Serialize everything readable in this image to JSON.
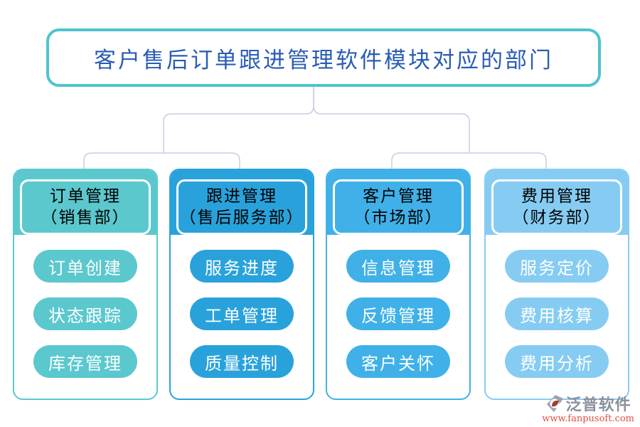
{
  "title": "客户售后订单跟进管理软件模块对应的部门",
  "colors": {
    "title_border": "#4EC4CE",
    "title_text": "#2A5CB5",
    "connector": "#C7CEE4",
    "header_text": "#000000",
    "pill_text": "#FFFFFF",
    "watermark_gray": "#8A909D",
    "watermark_red": "#E0503F"
  },
  "columns": [
    {
      "module": "订单管理",
      "department": "（销售部）",
      "color": "#5BC8CE",
      "items": [
        "订单创建",
        "状态跟踪",
        "库存管理"
      ]
    },
    {
      "module": "跟进管理",
      "department": "（售后服务部）",
      "color": "#29A2DB",
      "items": [
        "服务进度",
        "工单管理",
        "质量控制"
      ]
    },
    {
      "module": "客户管理",
      "department": "（市场部）",
      "color": "#40B1E8",
      "items": [
        "信息管理",
        "反馈管理",
        "客户关怀"
      ]
    },
    {
      "module": "费用管理",
      "department": "（财务部）",
      "color": "#86CCF2",
      "items": [
        "服务定价",
        "费用核算",
        "费用分析"
      ]
    }
  ],
  "watermark": {
    "brand": "泛普软件",
    "url": "www.fanpusoft.com"
  }
}
